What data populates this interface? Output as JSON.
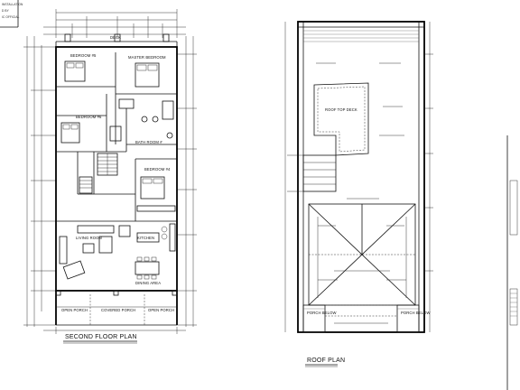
{
  "corner_note": {
    "lines": [
      "INSTALLATION",
      "D BY",
      "IC OFFICIAL"
    ]
  },
  "second_floor": {
    "rooms": {
      "deck": "DECK",
      "bedroom_5": "BEDROOM #5",
      "master_bedroom": "MASTER BEDROOM",
      "bedroom_6": "BEDROOM #6",
      "bath_room": "BATH ROOM #",
      "bedroom_4": "BEDROOM #4",
      "kitchen": "KITCHEN",
      "living_room": "LIVING ROOM",
      "dining_area": "DINING AREA",
      "open_porch_left": "OPEN PORCH",
      "covered_porch": "COVERED PORCH",
      "open_porch_right": "OPEN PORCH"
    },
    "title": "SECOND FLOOR PLAN"
  },
  "roof_plan": {
    "deck": "ROOF TOP DECK",
    "porch_left": "PORCH BELOW",
    "porch_right": "PORCH BELOW",
    "title": "ROOF PLAN"
  }
}
